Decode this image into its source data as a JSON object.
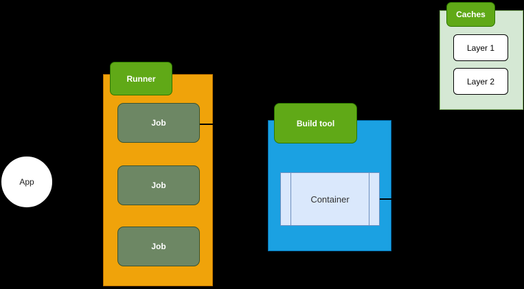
{
  "app": {
    "label": "App"
  },
  "runner": {
    "label": "Runner",
    "jobs": [
      "Job",
      "Job",
      "Job"
    ]
  },
  "build_tool": {
    "label": "Build tool",
    "container_label": "Container"
  },
  "caches": {
    "label": "Caches",
    "layers": [
      "Layer 1",
      "Layer 2"
    ]
  },
  "colors": {
    "background": "#000000",
    "badge_green": "#60A917",
    "badge_green_border": "#2D7600",
    "runner_orange": "#F0A30A",
    "runner_orange_border": "#BD7000",
    "job_olive": "#6D8764",
    "job_olive_border": "#3A5431",
    "buildtool_blue": "#1BA1E2",
    "buildtool_blue_border": "#006EAF",
    "container_fill": "#DAE8FC",
    "container_border": "#6C8EBF",
    "caches_fill": "#D5E8D4",
    "caches_border": "#82B366",
    "node_white": "#FFFFFF",
    "connector_black": "#000000"
  }
}
